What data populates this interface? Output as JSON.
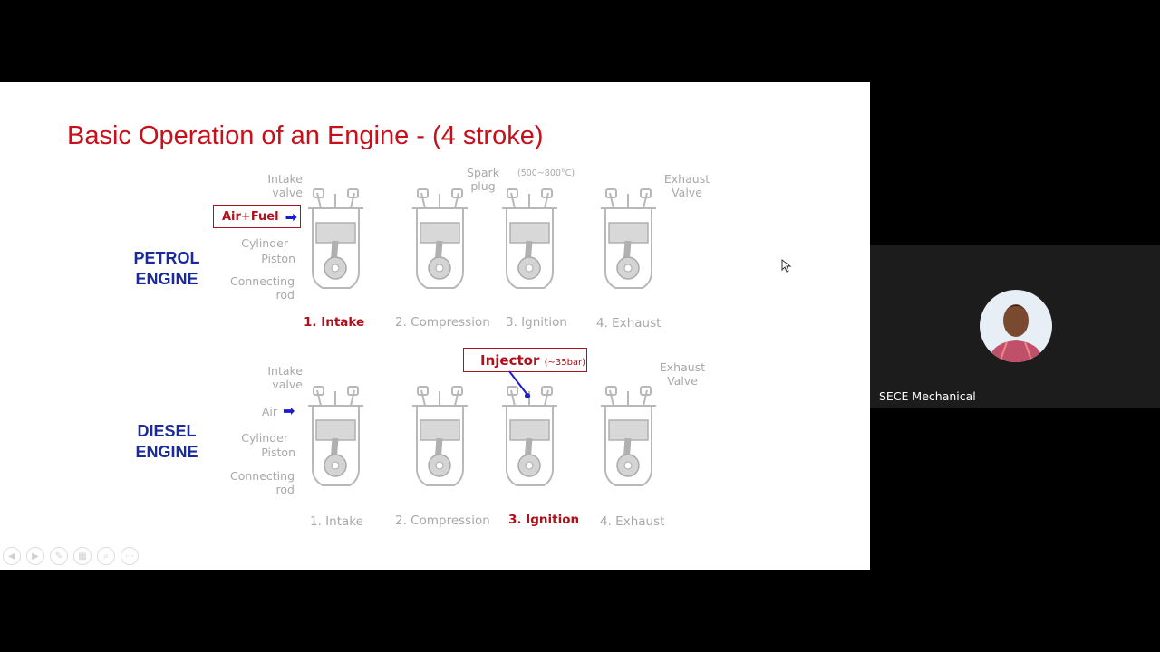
{
  "slide": {
    "title": "Basic Operation of an Engine - (4 stroke)",
    "petrol": {
      "title_line1": "PETROL",
      "title_line2": "ENGINE",
      "intake_valve_line1": "Intake",
      "intake_valve_line2": "valve",
      "mixture_label": "Air+Fuel",
      "cylinder": "Cylinder",
      "piston": "Piston",
      "rod_line1": "Connecting",
      "rod_line2": "rod",
      "spark_line1": "Spark",
      "spark_line2": "plug",
      "temp_note": "(500~800°C)",
      "exhaust_valve_line1": "Exhaust",
      "exhaust_valve_line2": "Valve",
      "strokes": [
        "1. Intake",
        "2. Compression",
        "3. Ignition",
        "4. Exhaust"
      ]
    },
    "diesel": {
      "title_line1": "DIESEL",
      "title_line2": "ENGINE",
      "intake_valve_line1": "Intake",
      "intake_valve_line2": "valve",
      "air_label": "Air",
      "injector": "Injector",
      "injector_note": "(~35bar)",
      "cylinder": "Cylinder",
      "piston": "Piston",
      "rod_line1": "Connecting",
      "rod_line2": "rod",
      "exhaust_valve_line1": "Exhaust",
      "exhaust_valve_line2": "Valve",
      "strokes": [
        "1. Intake",
        "2. Compression",
        "3. Ignition",
        "4. Exhaust"
      ]
    },
    "colors": {
      "title": "#c8101a",
      "engine_label": "#1a2a9c",
      "active_stroke": "#b0101a",
      "arrow": "#1a1ad0"
    }
  },
  "participant": {
    "name": "SECE Mechanical"
  },
  "toolbar_icons": [
    "previous-icon",
    "next-icon",
    "pen-icon",
    "slides-icon",
    "zoom-icon",
    "more-icon"
  ]
}
